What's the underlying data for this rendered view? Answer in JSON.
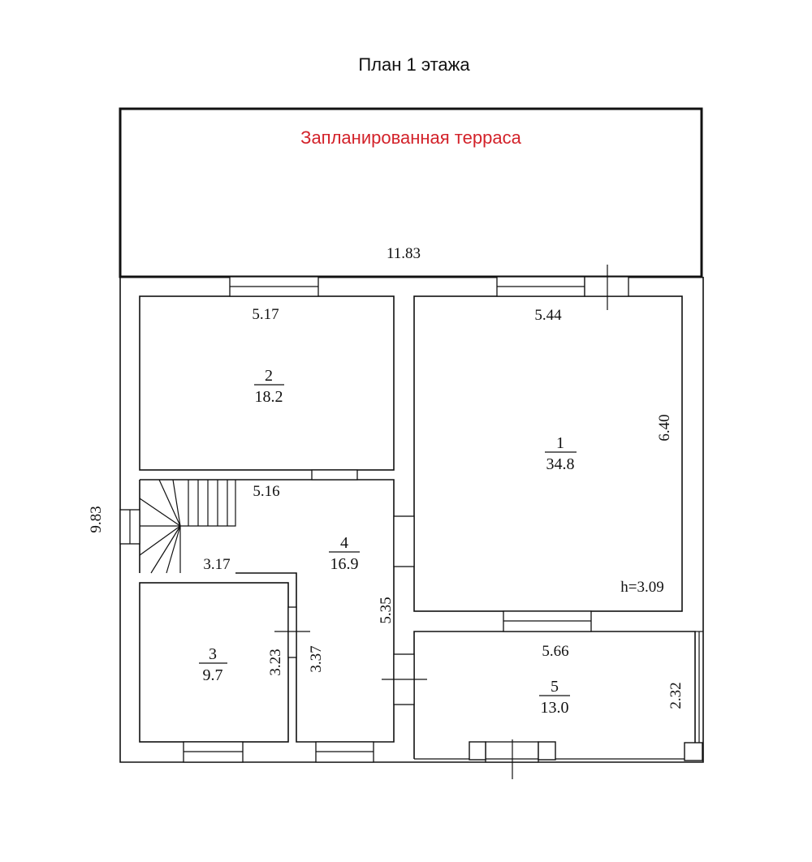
{
  "title": "План 1 этажа",
  "terrace": {
    "label": "Запланированная терраса",
    "width": "11.83",
    "label_color": "#d3222a"
  },
  "overall": {
    "height": "9.83"
  },
  "rooms": [
    {
      "number": "1",
      "area": "34.8",
      "width": "5.44",
      "depth": "6.40",
      "ceiling": "h=3.09"
    },
    {
      "number": "2",
      "area": "18.2",
      "width": "5.17"
    },
    {
      "number": "3",
      "area": "9.7",
      "depth": "3.23"
    },
    {
      "number": "4",
      "area": "16.9",
      "width": "5.16",
      "depth": "5.35",
      "stair_width": "3.17",
      "corridor_depth": "3.37"
    },
    {
      "number": "5",
      "area": "13.0",
      "width": "5.66",
      "depth": "2.32"
    }
  ]
}
